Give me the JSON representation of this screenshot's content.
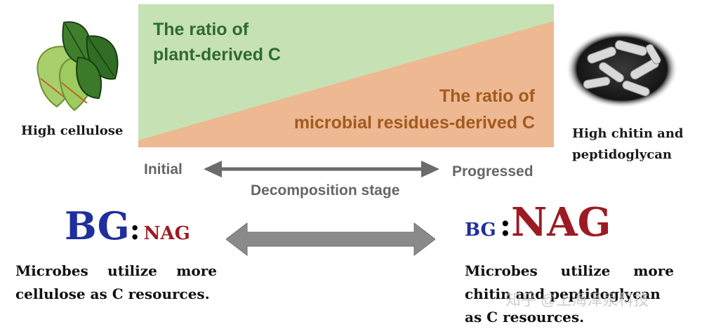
{
  "diagram": {
    "top_left_label": "The ratio of",
    "top_left_label_line2": "plant-derived C",
    "bottom_right_label": "The ratio of",
    "bottom_right_label_line2": "microbial residues-derived C",
    "left_source_label": "High cellulose",
    "right_source_label_line1": "High chitin and",
    "right_source_label_line2": "peptidoglycan",
    "stage_start": "Initial",
    "stage_end": "Progressed",
    "stage_caption": "Decomposition stage",
    "left_ratio": {
      "bg": "BG",
      "colon": ":",
      "nag": "NAG"
    },
    "right_ratio": {
      "bg": "BG",
      "colon": ":",
      "nag": "NAG"
    },
    "left_description_line1": "Microbes utilize more",
    "left_description_line2": "cellulose as C resources.",
    "right_description_line1": "Microbes utilize more",
    "right_description_line2": "chitin and peptidoglycan",
    "right_description_line3": "as C resources.",
    "watermark": "知乎 @上海泽泉科技"
  },
  "colors": {
    "plant_region": "#c6e2b4",
    "microbe_region": "#edb892",
    "plant_text": "#2f6a33",
    "microbe_text": "#a35a1e",
    "bg_text": "#1f2f9c",
    "nag_text": "#9c1b22",
    "arrow_gray": "#6b6b6b"
  },
  "icons": {
    "leaves": "green-leaves-icon",
    "micrograph": "microbe-micrograph-icon"
  }
}
